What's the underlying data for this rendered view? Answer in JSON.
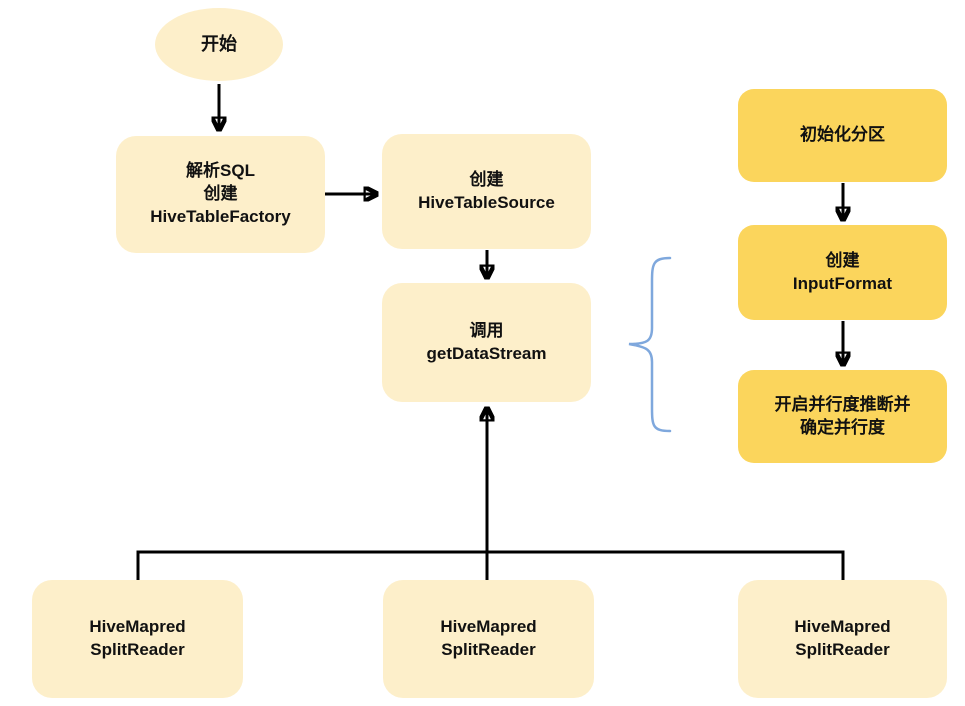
{
  "diagram_title": "Hive source flowchart",
  "colors": {
    "node_light": "#FDEFCA",
    "node_dark": "#FBD55C",
    "arrow": "#000000",
    "brace": "#7FA8DD",
    "text": "#111111",
    "bg": "#FFFFFF"
  },
  "nodes": {
    "start": {
      "label": "开始",
      "shape": "ellipse"
    },
    "parse_sql": {
      "label": "解析SQL\n创建\nHiveTableFactory",
      "shape": "rounded-light"
    },
    "create_table_source": {
      "label": "创建\nHiveTableSource",
      "shape": "rounded-light"
    },
    "get_data_stream": {
      "label": "调用\ngetDataStream",
      "shape": "rounded-light"
    },
    "init_partition": {
      "label": "初始化分区",
      "shape": "rounded-dark"
    },
    "create_input_format": {
      "label": "创建\nInputFormat",
      "shape": "rounded-dark"
    },
    "parallelism": {
      "label": "开启并行度推断并\n确定并行度",
      "shape": "rounded-dark"
    },
    "reader_left": {
      "label": "HiveMapred\nSplitReader",
      "shape": "rounded-light"
    },
    "reader_middle": {
      "label": "HiveMapred\nSplitReader",
      "shape": "rounded-light"
    },
    "reader_right": {
      "label": "HiveMapred\nSplitReader",
      "shape": "rounded-light"
    }
  },
  "edges": [
    {
      "from": "start",
      "to": "parse_sql",
      "direction": "down"
    },
    {
      "from": "parse_sql",
      "to": "create_table_source",
      "direction": "right"
    },
    {
      "from": "create_table_source",
      "to": "get_data_stream",
      "direction": "down"
    },
    {
      "from": "readers_bus",
      "to": "get_data_stream",
      "direction": "up"
    },
    {
      "from": "init_partition",
      "to": "create_input_format",
      "direction": "down"
    },
    {
      "from": "create_input_format",
      "to": "parallelism",
      "direction": "down"
    },
    {
      "from": "reader_left",
      "to": "readers_bus",
      "direction": "up"
    },
    {
      "from": "reader_right",
      "to": "readers_bus",
      "direction": "up"
    }
  ],
  "annotations": {
    "brace": "curly brace grouping getDataStream with the right-hand sub-steps"
  }
}
